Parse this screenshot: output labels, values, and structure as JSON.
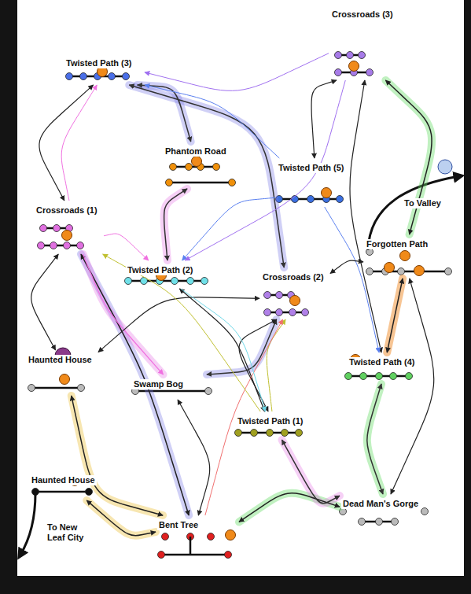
{
  "diagram": {
    "nodes": [
      {
        "text": [
          "Twisted Path (3)"
        ]
      },
      {
        "text": [
          "Crossroads (3)"
        ]
      },
      {
        "text": [
          "Phantom Road"
        ]
      },
      {
        "text": [
          "Twisted Path (5)"
        ]
      },
      {
        "text": [
          "Crossroads (1)"
        ]
      },
      {
        "text": [
          "Forgotten Path"
        ]
      },
      {
        "text": [
          "Twisted Path (2)"
        ]
      },
      {
        "text": [
          "Crossroads (2)"
        ]
      },
      {
        "text": [
          "Haunted House"
        ]
      },
      {
        "text": [
          "Twisted Path (4)"
        ]
      },
      {
        "text": [
          "Swamp Bog"
        ]
      },
      {
        "text": [
          "Twisted Path (1)"
        ]
      },
      {
        "text": [
          "Haunted House"
        ]
      },
      {
        "text": [
          "Dead Man's Gorge"
        ]
      },
      {
        "text": [
          "Bent Tree"
        ]
      }
    ],
    "edges": [
      {
        "from": 1,
        "to": 0,
        "arrow": "to"
      },
      {
        "from": 0,
        "to": 4,
        "arrow": "both"
      },
      {
        "from": 4,
        "to": 0,
        "arrow": "to"
      },
      {
        "from": 0,
        "to": 7,
        "arrow": "both"
      },
      {
        "from": 2,
        "to": 6,
        "arrow": "both"
      },
      {
        "from": 0,
        "to": 2,
        "arrow": "both"
      },
      {
        "from": 1,
        "to": 3,
        "arrow": "both"
      },
      {
        "from": 1,
        "to": 5,
        "arrow": "both"
      },
      {
        "from": 1,
        "to": 9,
        "arrow": "both"
      },
      {
        "from": 3,
        "to": 0,
        "arrow": "to"
      },
      {
        "from": 3,
        "to": 9,
        "arrow": "to"
      },
      {
        "from": 3,
        "to": 6,
        "arrow": "to"
      },
      {
        "from": 4,
        "to": 14,
        "arrow": "both"
      },
      {
        "from": 4,
        "to": 10,
        "arrow": "to"
      },
      {
        "from": 4,
        "to": 8,
        "arrow": "both"
      },
      {
        "from": 4,
        "to": 6,
        "arrow": "to"
      },
      {
        "from": 6,
        "to": 11,
        "arrow": "both"
      },
      {
        "from": 1,
        "to": 6,
        "arrow": "to"
      },
      {
        "from": 7,
        "to": 5,
        "arrow": "both"
      },
      {
        "from": 7,
        "to": 8,
        "arrow": "both"
      },
      {
        "from": 7,
        "to": 10,
        "arrow": "both"
      },
      {
        "from": 7,
        "to": 11,
        "arrow": "both"
      },
      {
        "from": 11,
        "to": 7,
        "arrow": "to"
      },
      {
        "from": 5,
        "to": 9,
        "arrow": "both"
      },
      {
        "from": 5,
        "to": 13,
        "arrow": "both"
      },
      {
        "from": 9,
        "to": 13,
        "arrow": "both"
      },
      {
        "from": 14,
        "to": 12,
        "arrow": "both"
      },
      {
        "from": 14,
        "to": 8,
        "arrow": "both"
      },
      {
        "from": 14,
        "to": 13,
        "arrow": "both"
      },
      {
        "from": 14,
        "to": 7,
        "arrow": "to"
      },
      {
        "from": 14,
        "to": 10,
        "arrow": "both"
      },
      {
        "from": 11,
        "to": 13,
        "arrow": "both"
      },
      {
        "from": 11,
        "to": 4,
        "arrow": "to"
      },
      {
        "from": 6,
        "to": 11,
        "arrow": "to"
      }
    ],
    "labels": [
      "To Valley",
      "To New Leaf City"
    ]
  }
}
